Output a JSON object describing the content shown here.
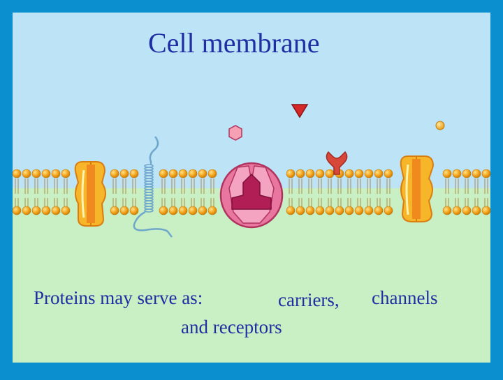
{
  "slide": {
    "title": "Cell membrane",
    "caption": {
      "lead": "Proteins may serve as:",
      "carriers": "carriers,",
      "channels": "channels",
      "receptors": "and receptors"
    }
  },
  "colors": {
    "frame": "#0b8fcf",
    "outside": "#bde3f7",
    "inside": "#c9f0c4",
    "text": "#1f2fa3",
    "lipid_head": "#f2a21a",
    "channel_protein": "#f7b52a",
    "carrier_protein": "#e8769e",
    "receptor": "#d8483a",
    "signal_molecule": "#d62828",
    "glycoprotein_coil": "#6fa6cc"
  },
  "icons": [
    "lipid-head-icon",
    "channel-protein-icon",
    "carrier-protein-icon",
    "receptor-protein-icon",
    "signal-molecule-icon",
    "hexagon-molecule-icon",
    "small-molecule-icon",
    "coiled-protein-icon"
  ]
}
